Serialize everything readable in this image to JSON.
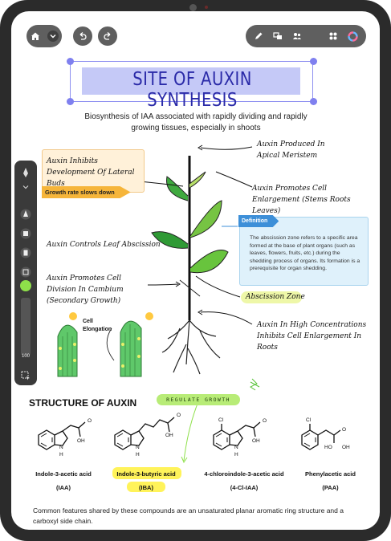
{
  "toolbar": {
    "home_icon": "home-icon",
    "undo_icon": "undo-icon",
    "redo_icon": "redo-icon",
    "right_icons": [
      "pencil-icon",
      "text-box-icon",
      "people-icon",
      "grid-icon",
      "color-wheel-icon"
    ]
  },
  "title": "SITE OF AUXIN SYNTHESIS",
  "subtitle": "Biosynthesis of IAA associated with rapidly dividing and rapidly growing tissues, especially in shoots",
  "annotations": {
    "inhibits": "Auxin Inhibits Development Of Lateral Buds",
    "growth_tag": "Growth rate slows down",
    "apical": "Auxin Produced In Apical Meristem",
    "enlargement": "Auxin Promotes Cell Enlargement (Stems Roots Leaves)",
    "abscission_ctrl": "Auxin Controls Leaf Abscission",
    "cambium": "Auxin Promotes Cell Division In Cambium (Secondary Growth)",
    "abscission_zone": "Abscission Zone",
    "high_conc": "Auxin In High Concentrations Inhibits Cell Enlargement In Roots",
    "cell_elongation": "Cell Elongation"
  },
  "definition": {
    "label": "Definition",
    "text": "The abscission zone refers to a specific area formed at the base of plant organs (such as leaves, flowers, fruits, etc.) during the shedding process of organs. Its formation is a prerequisite for organ shedding."
  },
  "side_toolbar": {
    "slider_value": "100"
  },
  "structure": {
    "heading": "STRUCTURE OF AUXIN",
    "tag": "REGULATE GROWTH",
    "compounds": [
      {
        "name": "Indole-3-acetic acid",
        "abbr": "(IAA)"
      },
      {
        "name": "Indole-3-butyric acid",
        "abbr": "(IBA)"
      },
      {
        "name": "4-chloroindole-3-acetic acid",
        "abbr": "(4-Cl-IAA)"
      },
      {
        "name": "Phenylacetic acid",
        "abbr": "(PAA)"
      }
    ],
    "atoms": {
      "o": "O",
      "oh": "OH",
      "h": "H",
      "n": "N",
      "cl": "Cl",
      "ho": "HO"
    }
  },
  "footer": "Common features shared by these compounds are an unsaturated planar aromatic ring structure and a carboxyl side chain.",
  "colors": {
    "accent": "#7f80ef",
    "title_fill": "#c5c9f7",
    "highlight": "#fff35a",
    "tag_green": "#b8ec77",
    "def_blue": "#3d8fd8"
  }
}
